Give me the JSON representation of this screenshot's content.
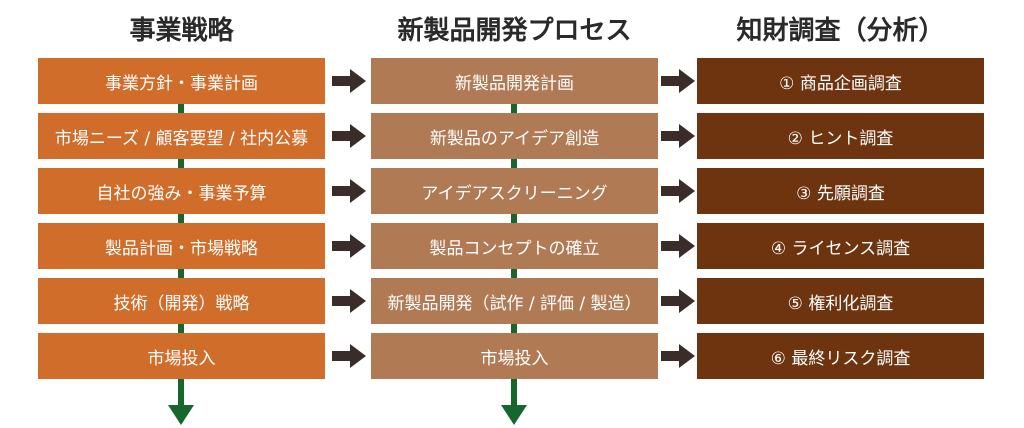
{
  "columns": [
    {
      "title": "事業戦略",
      "items": [
        "事業方針・事業計画",
        "市場ニーズ / 顧客要望 / 社内公募",
        "自社の強み・事業予算",
        "製品計画・市場戦略",
        "技術（開発）戦略",
        "市場投入"
      ]
    },
    {
      "title": "新製品開発プロセス",
      "items": [
        "新製品開発計画",
        "新製品のアイデア創造",
        "アイデアスクリーニング",
        "製品コンセプトの確立",
        "新製品開発（試作 / 評価 / 製造）",
        "市場投入"
      ]
    },
    {
      "title": "知財調査（分析）",
      "items": [
        "① 商品企画調査",
        "② ヒント調査",
        "③ 先願調査",
        "④ ライセンス調査",
        "⑤ 権利化調査",
        "⑥ 最終リスク調査"
      ]
    }
  ],
  "colors": {
    "col1_box": "#d16d2a",
    "col2_box": "#b07a55",
    "col3_box": "#6e3410",
    "flow_arrow": "#17662e",
    "connector_arrow": "#3a2c28"
  }
}
